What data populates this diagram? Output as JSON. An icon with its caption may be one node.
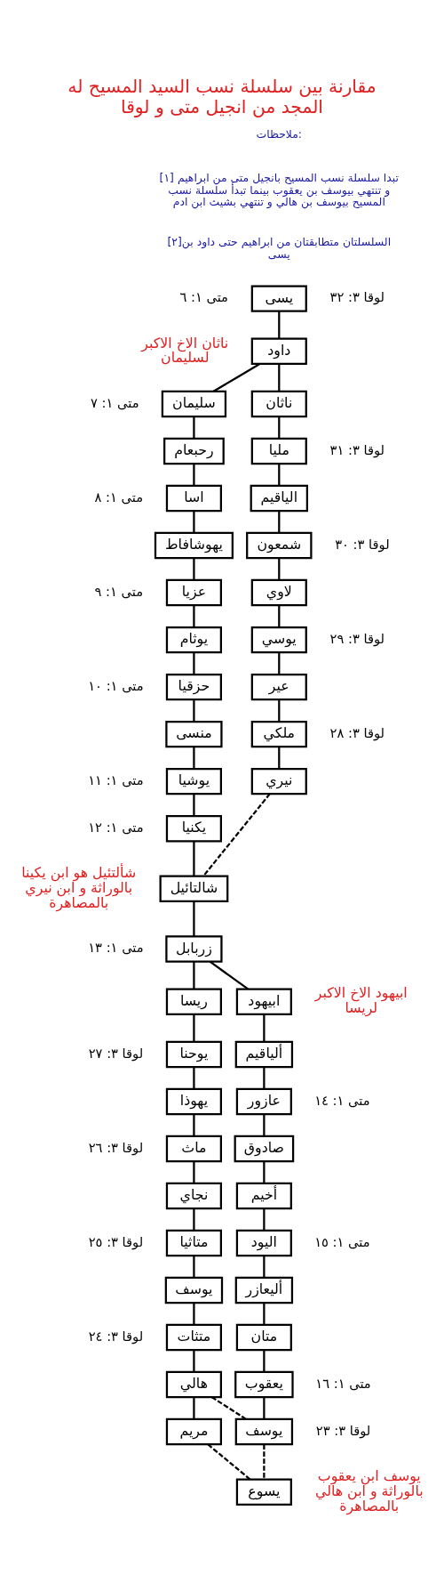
{
  "diagram": {
    "title": "مقارنة بين سلسلة نسب السيد المسيح له المجد من انجيل متى و لوقا",
    "nodes": [
      {
        "text": [
          "يسى"
        ],
        "beside": [
          "لوقا ٣: ٣٢",
          "متى ١: ٦"
        ]
      },
      {
        "text": [
          "داود"
        ]
      },
      {
        "text": [
          "سليمان"
        ],
        "beside": [
          "متى ١: ٧"
        ]
      },
      {
        "text": [
          "ناثان"
        ]
      },
      {
        "text": [
          "رحبعام"
        ]
      },
      {
        "text": [
          "مليا"
        ],
        "beside": [
          "لوقا ٣: ٣١"
        ]
      },
      {
        "text": [
          "الياقيم"
        ]
      },
      {
        "text": [
          "اسا"
        ],
        "beside": [
          "متى ١: ٨"
        ]
      },
      {
        "text": [
          "يهوشافاط"
        ]
      },
      {
        "text": [
          "شمعون"
        ],
        "beside": [
          "لوقا ٣: ٣٠"
        ]
      },
      {
        "text": [
          "عزيا"
        ],
        "beside": [
          "متى ١: ٩"
        ]
      },
      {
        "text": [
          "لاوي"
        ]
      },
      {
        "text": [
          "يوثام"
        ]
      },
      {
        "text": [
          "يوسي"
        ],
        "beside": [
          "لوقا ٣: ٢٩"
        ]
      },
      {
        "text": [
          "حزقيا"
        ],
        "beside": [
          "متى ١: ١٠"
        ]
      },
      {
        "text": [
          "عير"
        ]
      },
      {
        "text": [
          "منسى"
        ]
      },
      {
        "text": [
          "يوشيا"
        ],
        "beside": [
          "متى ١: ١١"
        ]
      },
      {
        "text": [
          "ملكي"
        ],
        "beside": [
          "لوقا ٣: ٢٨"
        ]
      },
      {
        "text": [
          "يكنيا"
        ],
        "beside": [
          "متى ١: ١٢"
        ]
      },
      {
        "text": [
          "نيري"
        ]
      },
      {
        "text": [
          "شالتائيل"
        ]
      },
      {
        "text": [
          "زربابل"
        ],
        "beside": [
          "متى ١: ١٣"
        ]
      },
      {
        "text": [
          "ريسا"
        ]
      },
      {
        "text": [
          "ابيهود"
        ]
      },
      {
        "text": [
          "يوحنا"
        ],
        "beside": [
          "لوقا ٣: ٢٧"
        ]
      },
      {
        "text": [
          "يهوذا"
        ]
      },
      {
        "text": [
          "ألياقيم"
        ]
      },
      {
        "text": [
          "ماث"
        ],
        "beside": [
          "لوقا ٣: ٢٦"
        ]
      },
      {
        "text": [
          "عازور"
        ],
        "beside": [
          "متى ١: ١٤"
        ]
      },
      {
        "text": [
          "نجاي"
        ]
      },
      {
        "text": [
          "صادوق"
        ]
      },
      {
        "text": [
          "أخيم"
        ]
      },
      {
        "text": [
          "متاثيا"
        ],
        "beside": [
          "لوقا ٣: ٢٥"
        ]
      },
      {
        "text": [
          "اليود"
        ],
        "beside": [
          "متى ١: ١٥"
        ]
      },
      {
        "text": [
          "يوسف"
        ]
      },
      {
        "text": [
          "أليعازر"
        ]
      },
      {
        "text": [
          "متثات"
        ],
        "beside": [
          "لوقا ٣: ٢٤"
        ]
      },
      {
        "text": [
          "متان"
        ]
      },
      {
        "text": [
          "هالي"
        ]
      },
      {
        "text": [
          "يعقوب"
        ],
        "beside": [
          "متى ١: ١٦"
        ]
      },
      {
        "text": [
          "مريم"
        ]
      },
      {
        "text": [
          "يوسف"
        ],
        "beside": [
          "لوقا ٣: ٢٣"
        ]
      },
      {
        "text": [
          "يسوع"
        ]
      }
    ],
    "edges": [
      {
        "from": 0,
        "to": 1,
        "arrow": "none"
      },
      {
        "from": 1,
        "to": 2,
        "arrow": "none"
      },
      {
        "from": 1,
        "to": 3,
        "arrow": "none"
      },
      {
        "from": 2,
        "to": 4,
        "arrow": "none"
      },
      {
        "from": 4,
        "to": 7,
        "arrow": "none"
      },
      {
        "from": 7,
        "to": 8,
        "arrow": "none"
      },
      {
        "from": 8,
        "to": 10,
        "arrow": "none"
      },
      {
        "from": 10,
        "to": 12,
        "arrow": "none"
      },
      {
        "from": 12,
        "to": 14,
        "arrow": "none"
      },
      {
        "from": 14,
        "to": 16,
        "arrow": "none"
      },
      {
        "from": 16,
        "to": 17,
        "arrow": "none"
      },
      {
        "from": 17,
        "to": 19,
        "arrow": "none"
      },
      {
        "from": 19,
        "to": 21,
        "arrow": "none"
      },
      {
        "from": 3,
        "to": 5,
        "arrow": "none"
      },
      {
        "from": 5,
        "to": 6,
        "arrow": "none"
      },
      {
        "from": 6,
        "to": 9,
        "arrow": "none"
      },
      {
        "from": 9,
        "to": 11,
        "arrow": "none"
      },
      {
        "from": 11,
        "to": 13,
        "arrow": "none"
      },
      {
        "from": 13,
        "to": 15,
        "arrow": "none"
      },
      {
        "from": 15,
        "to": 18,
        "arrow": "none"
      },
      {
        "from": 18,
        "to": 20,
        "arrow": "none"
      },
      {
        "from": 20,
        "to": 21,
        "arrow": "none",
        "style": "dashed"
      },
      {
        "from": 21,
        "to": 22,
        "arrow": "none"
      },
      {
        "from": 22,
        "to": 23,
        "arrow": "none"
      },
      {
        "from": 22,
        "to": 24,
        "arrow": "none"
      },
      {
        "from": 23,
        "to": 25,
        "arrow": "none"
      },
      {
        "from": 25,
        "to": 26,
        "arrow": "none"
      },
      {
        "from": 26,
        "to": 28,
        "arrow": "none"
      },
      {
        "from": 28,
        "to": 30,
        "arrow": "none"
      },
      {
        "from": 30,
        "to": 33,
        "arrow": "none"
      },
      {
        "from": 33,
        "to": 35,
        "arrow": "none"
      },
      {
        "from": 35,
        "to": 37,
        "arrow": "none"
      },
      {
        "from": 37,
        "to": 39,
        "arrow": "none"
      },
      {
        "from": 39,
        "to": 41,
        "arrow": "none"
      },
      {
        "from": 24,
        "to": 27,
        "arrow": "none"
      },
      {
        "from": 27,
        "to": 29,
        "arrow": "none"
      },
      {
        "from": 29,
        "to": 31,
        "arrow": "none"
      },
      {
        "from": 31,
        "to": 32,
        "arrow": "none"
      },
      {
        "from": 32,
        "to": 34,
        "arrow": "none"
      },
      {
        "from": 34,
        "to": 36,
        "arrow": "none"
      },
      {
        "from": 36,
        "to": 38,
        "arrow": "none"
      },
      {
        "from": 38,
        "to": 40,
        "arrow": "none"
      },
      {
        "from": 40,
        "to": 42,
        "arrow": "none"
      },
      {
        "from": 39,
        "to": 42,
        "arrow": "none",
        "style": "dashed"
      },
      {
        "from": 41,
        "to": 43,
        "arrow": "none",
        "style": "dashed"
      },
      {
        "from": 42,
        "to": 43,
        "arrow": "none",
        "style": "dashed"
      }
    ],
    "labels": [
      "ملاحظات:",
      "[١] تبدا سلسلة نسب المسيح بانجيل متى من ابراهيم و تنتهي بيوسف بن يعقوب بينما تبدأ سلسلة نسب المسيح بيوسف بن هالي و تنتهي بشيث ابن ادم",
      "[٢]السلسلتان متطابقتان من ابراهيم حتى داود بن يسى",
      "ناثان الاخ الاكبر لسليمان",
      "شألتئيل هو ابن يكينا بالوراثة و ابن نيري بالمصاهرة",
      "ابيهود الاخ الاكبر لريسا",
      "يوسف ابن يعقوب بالوراثة و ابن هالي بالمصاهرة"
    ]
  }
}
